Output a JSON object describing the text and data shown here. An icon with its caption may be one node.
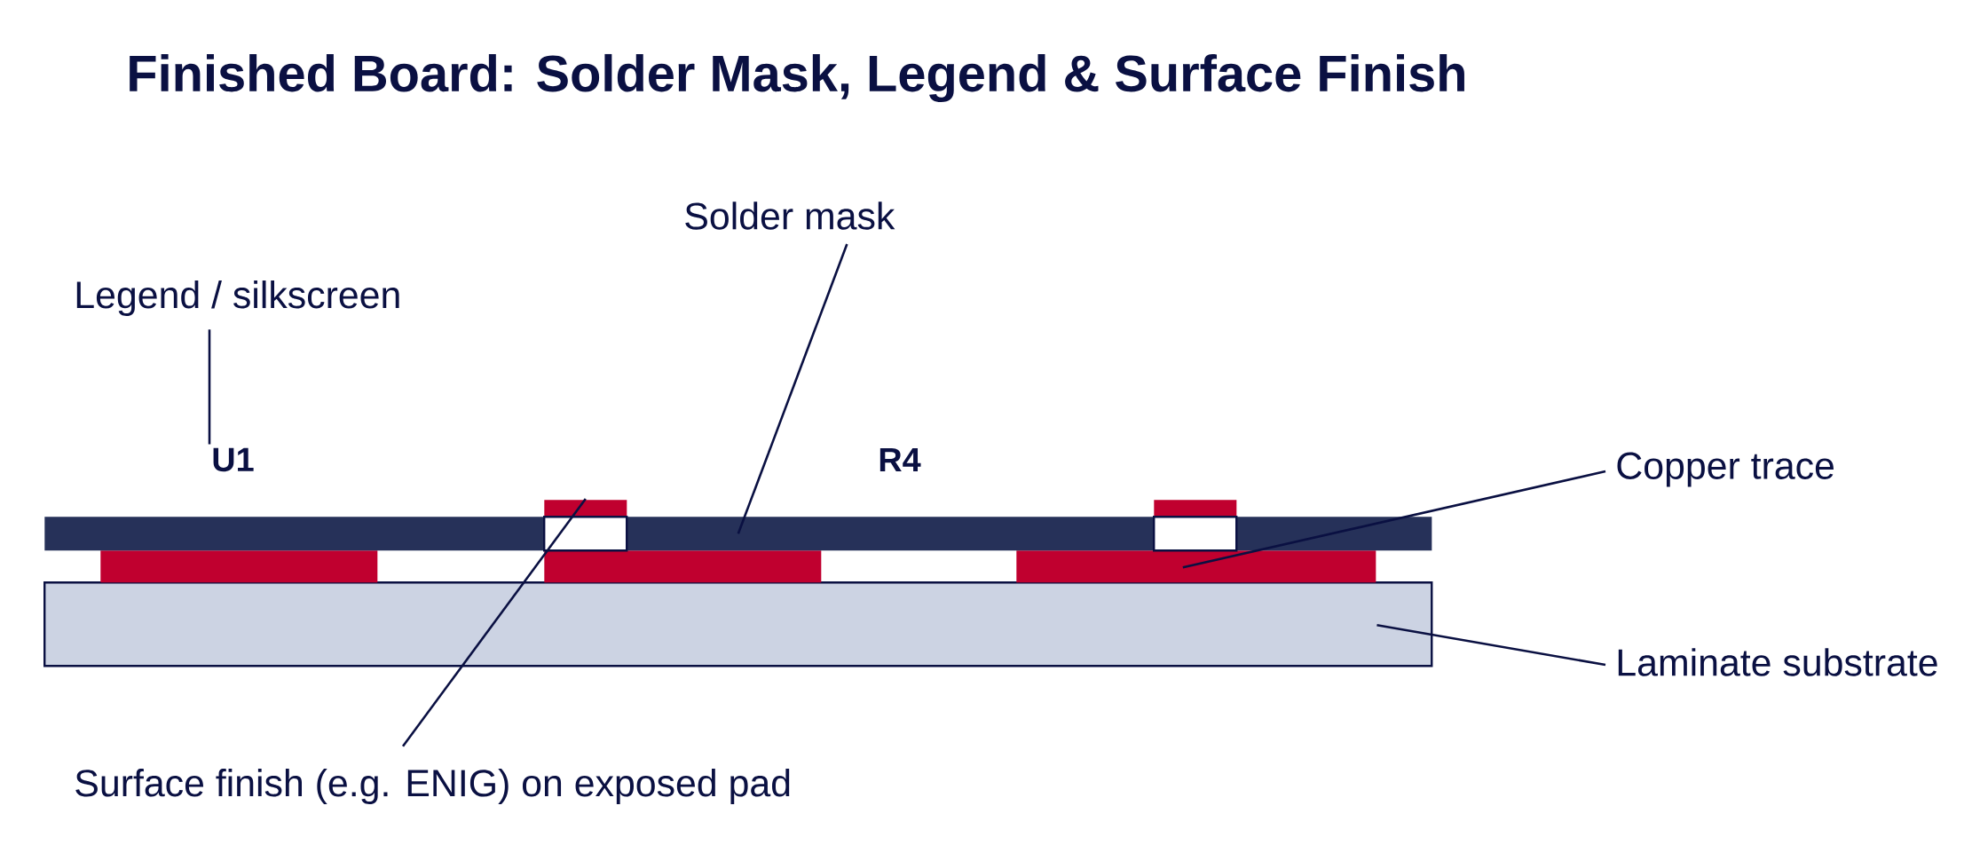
{
  "diagram": {
    "title": "Finished Board: Solder Mask, Legend & Surface Finish",
    "nodes": [
      {
        "text": [
          "Solder mask"
        ]
      },
      {
        "text": [
          "Legend / silkscreen"
        ]
      },
      {
        "text": [
          "U1"
        ]
      },
      {
        "text": [
          "Copper trace"
        ]
      },
      {
        "text": [],
        "shape": "bar"
      },
      {
        "text": [],
        "shape": "bar"
      },
      {
        "text": [],
        "shape": "bar"
      },
      {
        "text": [],
        "shape": "box",
        "in": 6
      },
      {
        "text": [],
        "shape": "box",
        "in": 6
      },
      {
        "text": [],
        "shape": "bar"
      },
      {
        "text": [],
        "shape": "bar"
      },
      {
        "text": [],
        "shape": "bar"
      },
      {
        "text": [],
        "shape": "box"
      },
      {
        "text": [
          "Laminate substrate"
        ]
      },
      {
        "text": [
          "Surface finish (e.g. ENIG) on exposed pad"
        ]
      }
    ],
    "edges": [
      {
        "from": 1,
        "to": 2,
        "arrow": "none"
      },
      {
        "from": 0,
        "to": 6,
        "arrow": "none"
      },
      {
        "from": 3,
        "to": 11,
        "arrow": "none"
      },
      {
        "from": 13,
        "to": 12,
        "arrow": "none"
      },
      {
        "from": 14,
        "to": 4,
        "arrow": "none"
      }
    ],
    "labels": [
      "R4"
    ]
  }
}
